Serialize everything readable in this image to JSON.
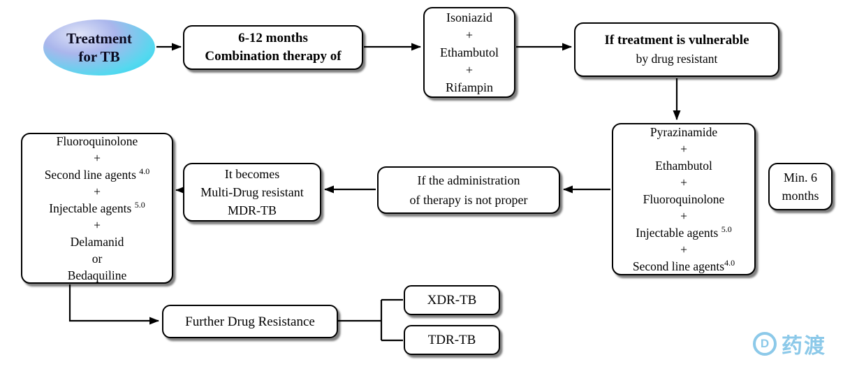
{
  "colors": {
    "box_border": "#000000",
    "ellipse_cyan": "#29d2ee",
    "ellipse_lavender": "#aab6ec",
    "watermark_blue": "#8cc9e9"
  },
  "nodes": {
    "start": {
      "line1": "Treatment",
      "line2": "for TB"
    },
    "combination": {
      "line1": "6-12 months",
      "line2": "Combination therapy of"
    },
    "first_line": {
      "lines": [
        "Isoniazid",
        "+",
        "Ethambutol",
        "+",
        "Rifampin"
      ]
    },
    "vulnerable": {
      "line1": "If treatment is vulnerable",
      "line2": "by drug resistant"
    },
    "resistant_regimen": {
      "lines": [
        "Pyrazinamide",
        "+",
        "Ethambutol",
        "+",
        "Fluoroquinolone",
        "+",
        {
          "text": "Injectable agents ",
          "sup": "5.0"
        },
        "+",
        {
          "text": "Second line agents",
          "sup": "4.0"
        }
      ]
    },
    "min_months": {
      "line1": "Min. 6",
      "line2": "months"
    },
    "improper": {
      "line1": "If the administration",
      "line2": "of therapy is not proper"
    },
    "mdr": {
      "line1": "It becomes",
      "line2": "Multi-Drug resistant",
      "line3": "MDR-TB"
    },
    "mdr_regimen": {
      "lines": [
        "Fluoroquinolone",
        "+",
        {
          "text": "Second line agents ",
          "sup": "4.0"
        },
        "+",
        {
          "text": "Injectable agents ",
          "sup": "5.0"
        },
        "+",
        "Delamanid",
        "or",
        "Bedaquiline"
      ]
    },
    "further": {
      "label": "Further Drug Resistance"
    },
    "xdr": {
      "label": "XDR-TB"
    },
    "tdr": {
      "label": "TDR-TB"
    }
  },
  "watermark": {
    "letter": "D",
    "text": "药渡"
  }
}
